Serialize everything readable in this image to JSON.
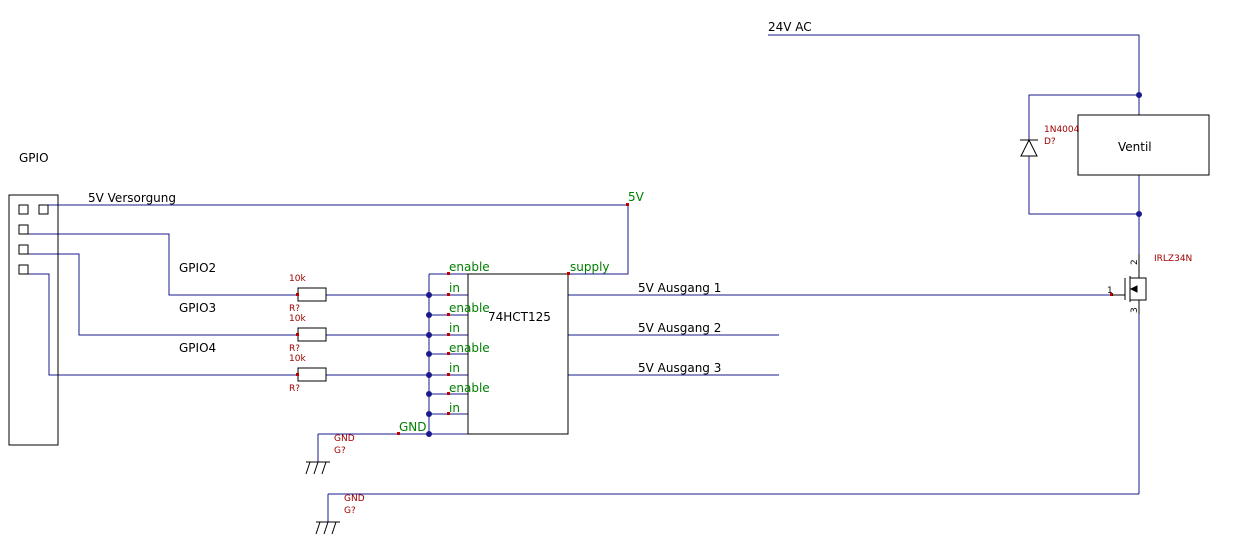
{
  "colors": {
    "wire": "#1a1a8c",
    "component": "#000000",
    "pin_label": "#008000",
    "ref_label": "#a00000",
    "pin_marker": "#c00000"
  },
  "connector": {
    "label": "GPIO",
    "nets": {
      "supply": "5V Versorgung",
      "gpio2": "GPIO2",
      "gpio3": "GPIO3",
      "gpio4": "GPIO4"
    }
  },
  "resistors": [
    {
      "value": "10k",
      "ref": "R?"
    },
    {
      "value": "10k",
      "ref": "R?"
    },
    {
      "value": "10k",
      "ref": "R?"
    }
  ],
  "buffer_ic": {
    "name": "74HCT125",
    "pins": {
      "enable1": "enable",
      "in1": "in",
      "enable2": "enable",
      "in2": "in",
      "enable3": "enable",
      "in3": "in",
      "enable4": "enable",
      "in4": "in",
      "supply": "supply",
      "gnd": "GND"
    },
    "supply_net": "5V"
  },
  "outputs": [
    "5V Ausgang 1",
    "5V Ausgang 2",
    "5V Ausgang 3"
  ],
  "grounds": [
    {
      "value": "GND",
      "ref": "G?"
    },
    {
      "value": "GND",
      "ref": "G?"
    }
  ],
  "mosfet": {
    "part": "IRLZ34N",
    "pin_gate": "1",
    "pin_drain": "2",
    "pin_source": "3"
  },
  "diode": {
    "part": "1N4004",
    "ref": "D?"
  },
  "valve": {
    "label": "Ventil"
  },
  "supply_ac": {
    "label": "24V AC"
  }
}
